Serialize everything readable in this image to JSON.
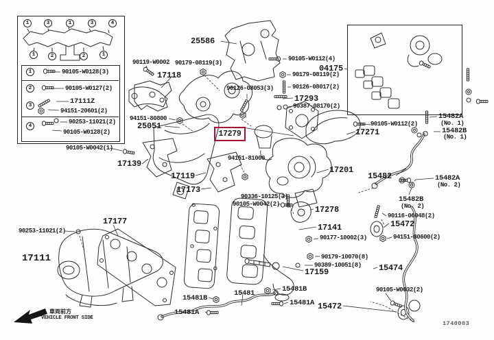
{
  "figure": {
    "code": "1740003",
    "highlighted_part": "17279",
    "highlight_color": "#a81034"
  },
  "legend": {
    "callouts_top": [
      "1",
      "3",
      "1",
      "3",
      "4"
    ],
    "callouts_bottom": [
      "1",
      "2",
      "2",
      "1"
    ],
    "rows": [
      {
        "num": "1",
        "parts": [
          "90105-W0128(3)"
        ]
      },
      {
        "num": "2",
        "parts": [
          "90105-W0127(2)"
        ]
      },
      {
        "num": "3",
        "parts": [
          "17111Z",
          "94151-20601(2)"
        ]
      },
      {
        "num": "4",
        "parts": [
          "90253-11021(2)",
          "90105-W0128(2)"
        ]
      }
    ]
  },
  "footer": {
    "jp": "車両前方",
    "en": "VEHICLE FRONT SIDE"
  },
  "labels": [
    {
      "text": "25586"
    },
    {
      "text": "90119-W0002"
    },
    {
      "text": "90179-08119(3)"
    },
    {
      "text": "17118"
    },
    {
      "text": "90105-W0112(4)"
    },
    {
      "text": "04175"
    },
    {
      "text": "90179-08119(2)"
    },
    {
      "text": "90126-08017(2)"
    },
    {
      "text": "17293"
    },
    {
      "text": "90387-08170(2)"
    },
    {
      "text": "90126-08053(3)"
    },
    {
      "text": "94151-80800"
    },
    {
      "text": "25051"
    },
    {
      "text": "90105-W0112(2)"
    },
    {
      "text": "17271"
    },
    {
      "text": "15482A"
    },
    {
      "text": "(No. 1)"
    },
    {
      "text": "15482B"
    },
    {
      "text": "(No. 1)"
    },
    {
      "text": "90105-W0042(1)"
    },
    {
      "text": "17139"
    },
    {
      "text": "17119"
    },
    {
      "text": "17173"
    },
    {
      "text": "94151-81000"
    },
    {
      "text": "17201"
    },
    {
      "text": "15482"
    },
    {
      "text": "15482A"
    },
    {
      "text": "(No. 2)"
    },
    {
      "text": "15482B"
    },
    {
      "text": "(No. 2)"
    },
    {
      "text": "90116-06048(2)"
    },
    {
      "text": "17278"
    },
    {
      "text": "15472"
    },
    {
      "text": "17141"
    },
    {
      "text": "90177-10002(3)"
    },
    {
      "text": "94151-80600(2)"
    },
    {
      "text": "90336-10125(3)"
    },
    {
      "text": "90105-W0042(2)"
    },
    {
      "text": "17177"
    },
    {
      "text": "90253-11021(2)"
    },
    {
      "text": "17111"
    },
    {
      "text": "90179-10070(8)"
    },
    {
      "text": "90389-10051(8)"
    },
    {
      "text": "17159"
    },
    {
      "text": "15481B"
    },
    {
      "text": "15481"
    },
    {
      "text": "15481A"
    },
    {
      "text": "15481B"
    },
    {
      "text": "15481A"
    },
    {
      "text": "15474"
    },
    {
      "text": "90105-W0032(2)"
    },
    {
      "text": "15472"
    }
  ]
}
